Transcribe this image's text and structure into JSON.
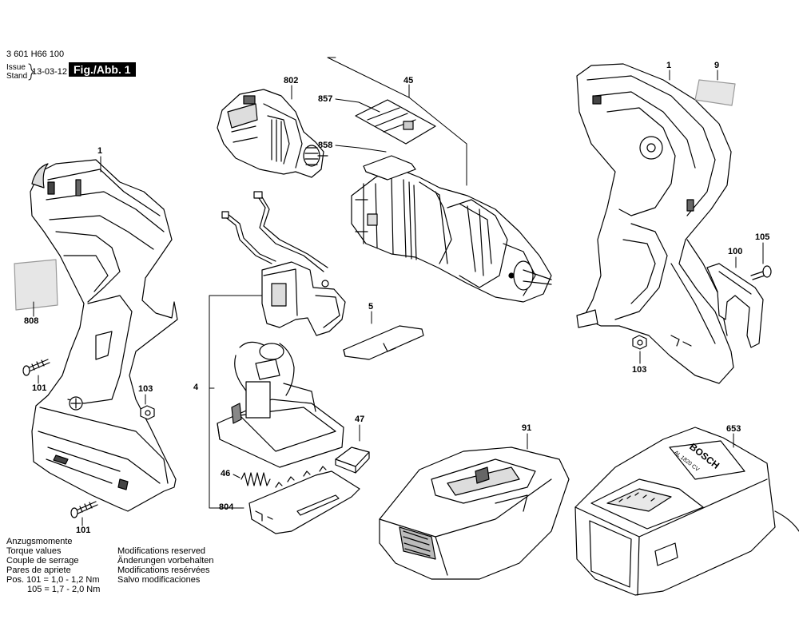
{
  "header": {
    "part_number": "3 601 H66 100",
    "issue_label": "Issue",
    "stand_label": "Stand",
    "date": "13-03-12",
    "figure_label": "Fig./Abb. 1"
  },
  "callouts": {
    "c1_left": "1",
    "c1_right": "1",
    "c9": "9",
    "c802": "802",
    "c45": "45",
    "c857": "857",
    "c858": "858",
    "c105": "105",
    "c100": "100",
    "c808": "808",
    "c5": "5",
    "c103_right": "103",
    "c103_left": "103",
    "c101_top": "101",
    "c101_bottom": "101",
    "c4": "4",
    "c47": "47",
    "c91": "91",
    "c653": "653",
    "c46": "46",
    "c804": "804"
  },
  "torque": {
    "lines": [
      "Anzugsmomente",
      "Torque values",
      "Couple de serrage",
      "Pares de apriete"
    ],
    "row1": "Pos.  101 = 1,0 - 1,2 Nm",
    "row2": "105 = 1,7 - 2,0 Nm"
  },
  "modifications": {
    "lines": [
      "Modifications reserved",
      "Änderungen vorbehalten",
      "Modifications resérvées",
      "Salvo modificaciones"
    ]
  },
  "logo": {
    "brand": "BOSCH",
    "model": "AL 1820 CV"
  }
}
